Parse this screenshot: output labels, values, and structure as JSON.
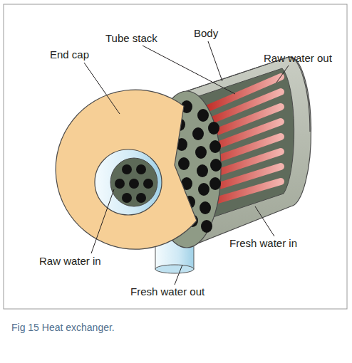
{
  "diagram": {
    "caption": "Fig 15 Heat exchanger.",
    "labels": [
      "End cap",
      "Tube stack",
      "Body",
      "Raw water out",
      "Raw water in",
      "Fresh water in",
      "Fresh water out"
    ]
  }
}
